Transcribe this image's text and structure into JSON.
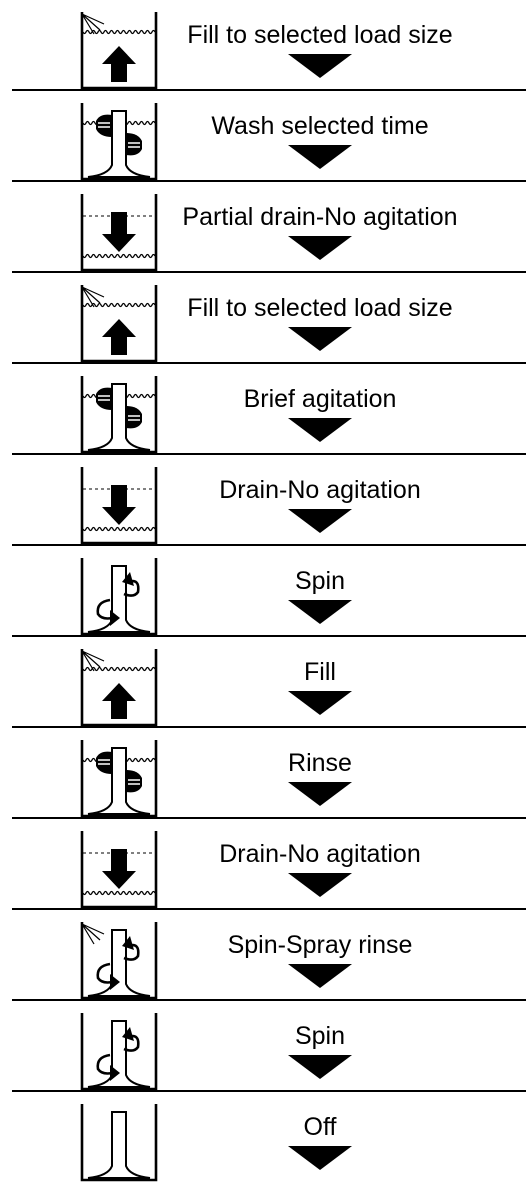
{
  "steps": [
    {
      "icon": "fill-icon",
      "label": "Fill to selected load size"
    },
    {
      "icon": "agitate-icon",
      "label": "Wash selected time"
    },
    {
      "icon": "drain-icon",
      "label": "Partial drain-No agitation"
    },
    {
      "icon": "fill-icon",
      "label": "Fill to selected load size"
    },
    {
      "icon": "agitate-icon",
      "label": "Brief agitation"
    },
    {
      "icon": "drain-icon",
      "label": "Drain-No agitation"
    },
    {
      "icon": "spin-icon",
      "label": "Spin"
    },
    {
      "icon": "fill-icon",
      "label": "Fill"
    },
    {
      "icon": "agitate-icon",
      "label": "Rinse"
    },
    {
      "icon": "drain-icon",
      "label": "Drain-No agitation"
    },
    {
      "icon": "spin-spray-icon",
      "label": "Spin-Spray rinse"
    },
    {
      "icon": "spin-icon",
      "label": "Spin"
    },
    {
      "icon": "off-icon",
      "label": "Off"
    }
  ]
}
